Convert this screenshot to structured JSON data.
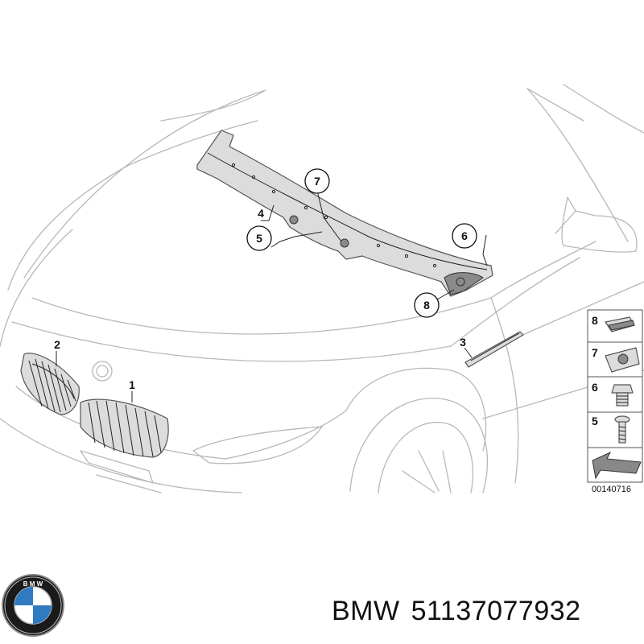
{
  "callouts": [
    {
      "num": "1"
    },
    {
      "num": "2"
    },
    {
      "num": "3"
    },
    {
      "num": "4"
    },
    {
      "num": "5"
    },
    {
      "num": "6"
    },
    {
      "num": "7"
    },
    {
      "num": "8"
    }
  ],
  "legend": {
    "items": [
      {
        "num": "8",
        "icon": "clip-nut-icon"
      },
      {
        "num": "7",
        "icon": "expanding-nut-icon"
      },
      {
        "num": "6",
        "icon": "hex-bolt-icon"
      },
      {
        "num": "5",
        "icon": "screw-icon"
      }
    ],
    "code": "00140716"
  },
  "logo": {
    "name": "BMW",
    "icon": "bmw-roundel-icon"
  },
  "caption": {
    "brand": "BMW",
    "part_number": "51137077932"
  }
}
